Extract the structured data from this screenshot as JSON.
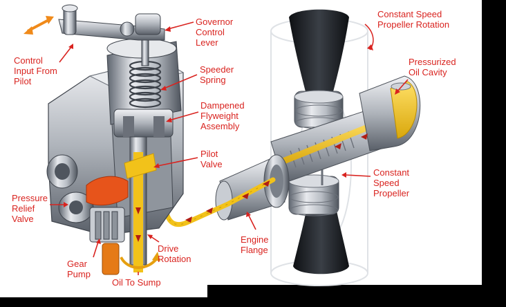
{
  "colors": {
    "label": "#d9231f",
    "oil": "#f2c21a",
    "metal_light": "#e6e8ec",
    "metal_mid": "#a7acb4",
    "metal_dark": "#5f6670",
    "blade": "#15181c",
    "background": "#ffffff",
    "frame": "#000000"
  },
  "labels": {
    "governor_control_lever": [
      "Governor",
      "Control",
      "Lever"
    ],
    "constant_speed_rotation": [
      "Constant Speed",
      "Propeller Rotation"
    ],
    "control_input": [
      "Control",
      "Input From",
      "Pilot"
    ],
    "speeder_spring": [
      "Speeder",
      "Spring"
    ],
    "pressurized_oil": [
      "Pressurized",
      "Oil Cavity"
    ],
    "flyweight": [
      "Dampened",
      "Flyweight",
      "Assembly"
    ],
    "pilot_valve": [
      "Pilot",
      "Valve"
    ],
    "constant_speed_propeller": [
      "Constant",
      "Speed",
      "Propeller"
    ],
    "pressure_relief": [
      "Pressure",
      "Relief",
      "Valve"
    ],
    "engine_flange": [
      "Engine",
      "Flange"
    ],
    "drive_rotation": [
      "Drive",
      "Rotation"
    ],
    "gear_pump": [
      "Gear",
      "Pump"
    ],
    "oil_to_sump": [
      "Oil To Sump"
    ]
  }
}
